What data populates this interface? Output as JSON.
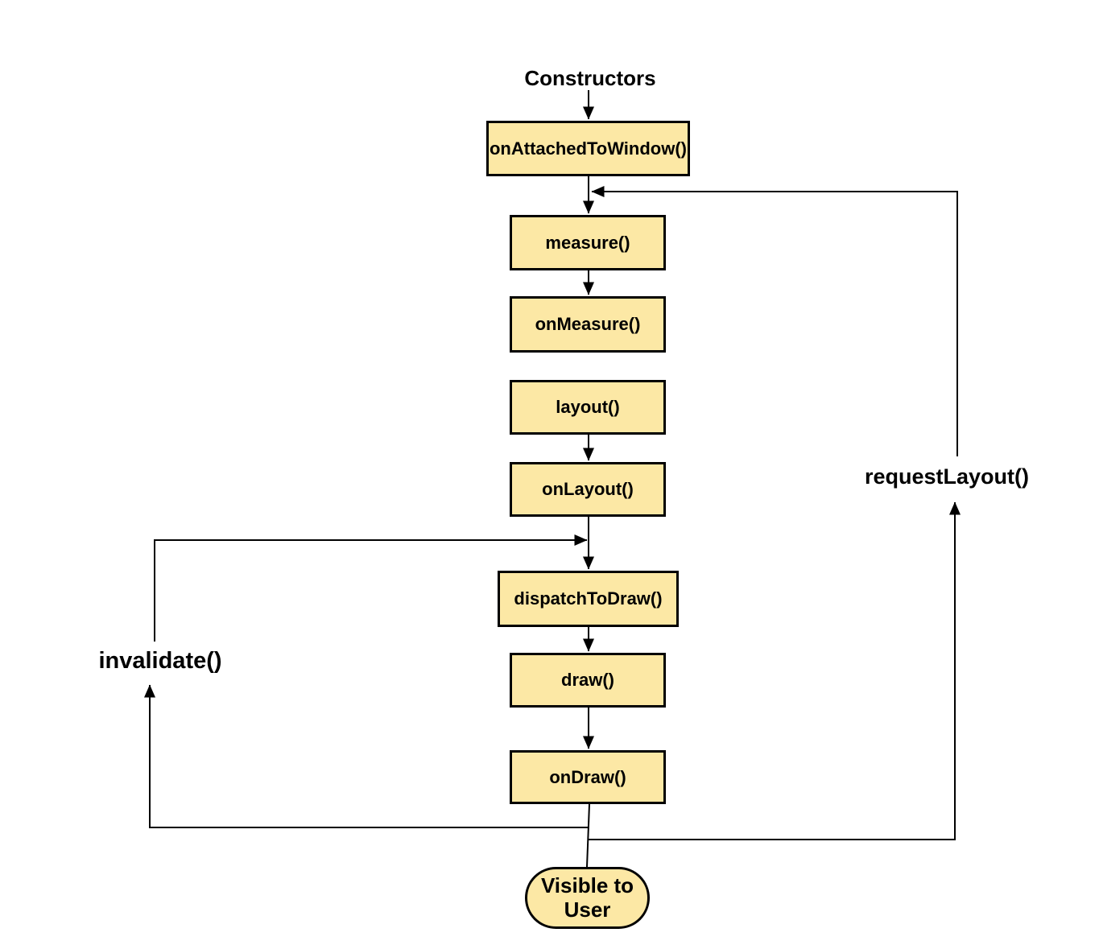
{
  "diagram": {
    "background_color": "#FFFFFF",
    "node_fill_color": "#FCE8A5",
    "node_border_color": "#000000",
    "connector_color": "#000000",
    "text_color": "#000000",
    "start_label": "Constructors",
    "nodes": [
      {
        "label": "onAttachedToWindow()"
      },
      {
        "label": "measure()"
      },
      {
        "label": "onMeasure()"
      },
      {
        "label": "layout()"
      },
      {
        "label": "onLayout()"
      },
      {
        "label": "dispatchToDraw()"
      },
      {
        "label": "draw()"
      },
      {
        "label": "onDraw()"
      }
    ],
    "terminal": {
      "label": "Visible to User"
    },
    "loop_labels": {
      "invalidate": "invalidate()",
      "request_layout": "requestLayout()"
    }
  }
}
